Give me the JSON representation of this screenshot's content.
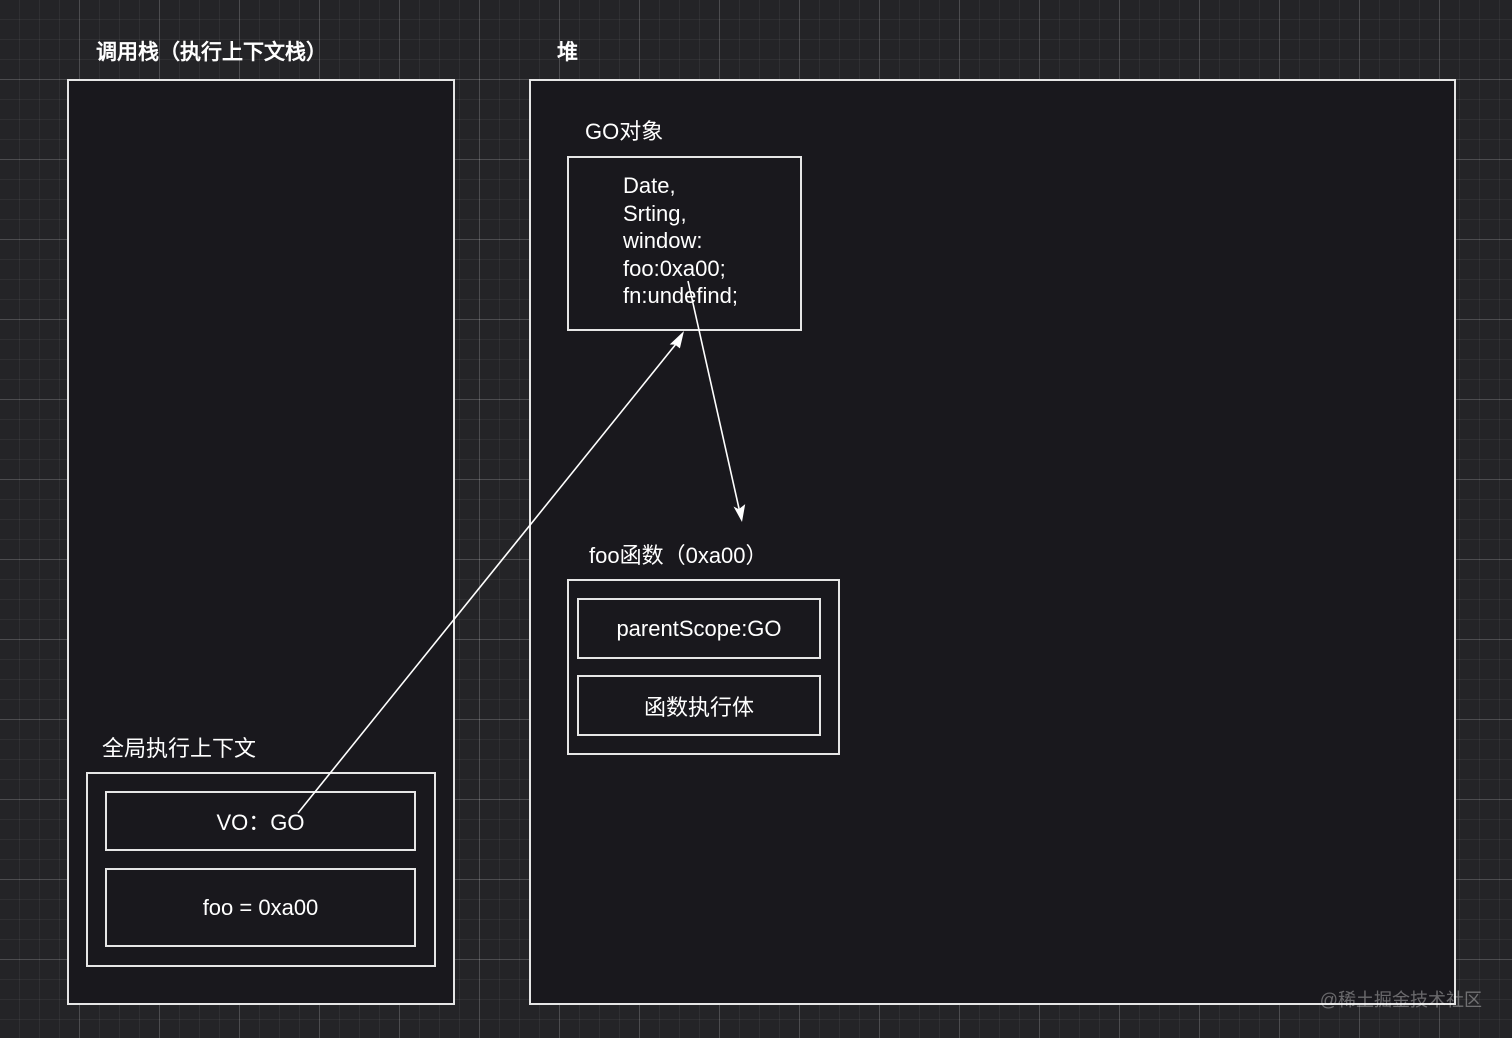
{
  "stack": {
    "title": "调用栈（执行上下文栈）",
    "global_context": {
      "title": "全局执行上下文",
      "vo": "VO：GO",
      "foo": "foo = 0xa00"
    }
  },
  "heap": {
    "title": "堆",
    "go_object": {
      "title": "GO对象",
      "lines": [
        "Date,",
        "Srting,",
        "window:",
        "foo:0xa00;",
        "fn:undefind;"
      ]
    },
    "foo_function": {
      "title": "foo函数（0xa00）",
      "parent_scope": "parentScope:GO",
      "body": "函数执行体"
    }
  },
  "watermark": "@稀土掘金技术社区",
  "colors": {
    "background": "#242427",
    "panel": "#19181d",
    "border": "#e6e6e6",
    "text": "#ffffff"
  }
}
